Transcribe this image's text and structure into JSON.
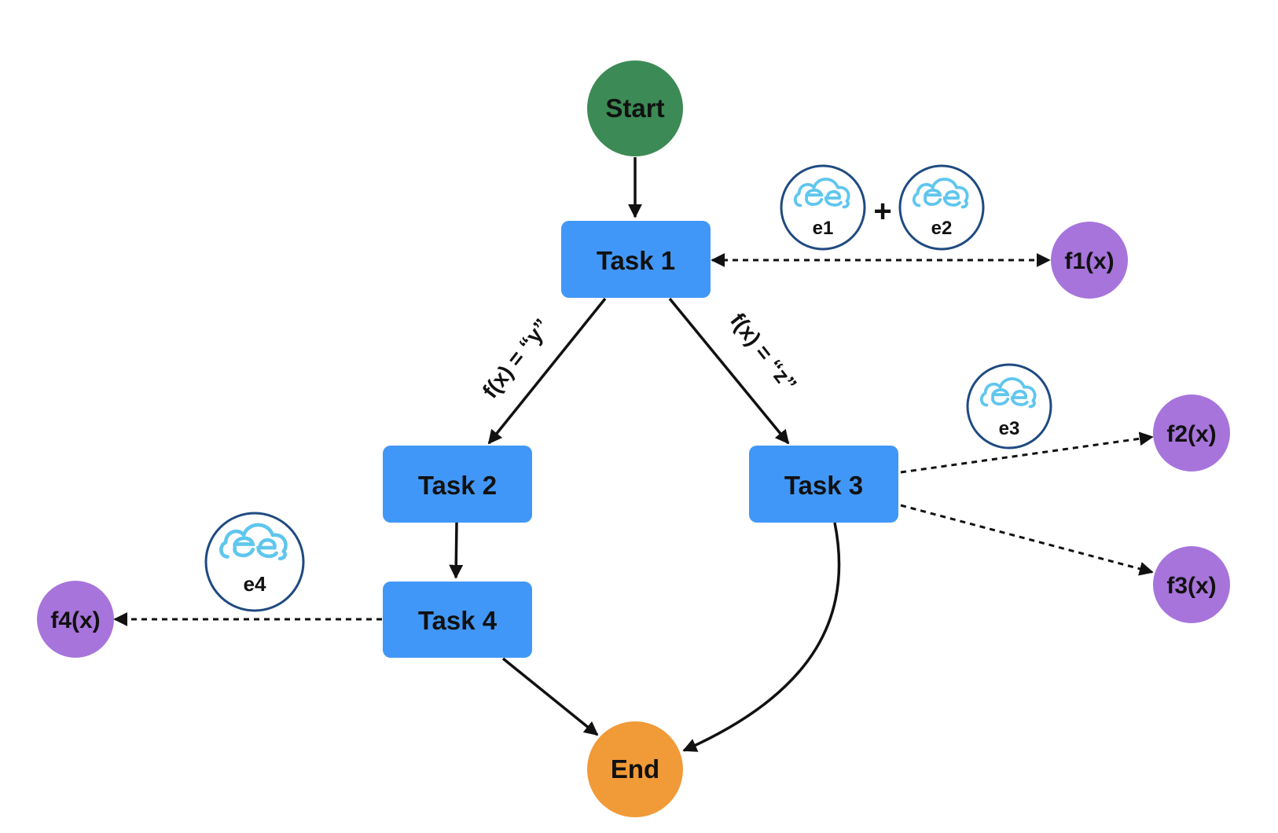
{
  "colors": {
    "start": "#3c8a55",
    "task": "#4197f7",
    "end": "#f19a38",
    "func": "#a774db",
    "edge": "#111111",
    "badge_ring": "#1f4a80",
    "cloud": "#5fc6ee"
  },
  "nodes": {
    "start": "Start",
    "task1": "Task 1",
    "task2": "Task 2",
    "task3": "Task 3",
    "task4": "Task 4",
    "end": "End",
    "f1": "f1(x)",
    "f2": "f2(x)",
    "f3": "f3(x)",
    "f4": "f4(x)"
  },
  "badges": {
    "e1": "e1",
    "e2": "e2",
    "e3": "e3",
    "e4": "e4",
    "plus": "+",
    "icon": "cloud-e-icon"
  },
  "edge_labels": {
    "task1_to_task2": "f(x) = “y”",
    "task1_to_task3": "f(x) = “z”"
  }
}
